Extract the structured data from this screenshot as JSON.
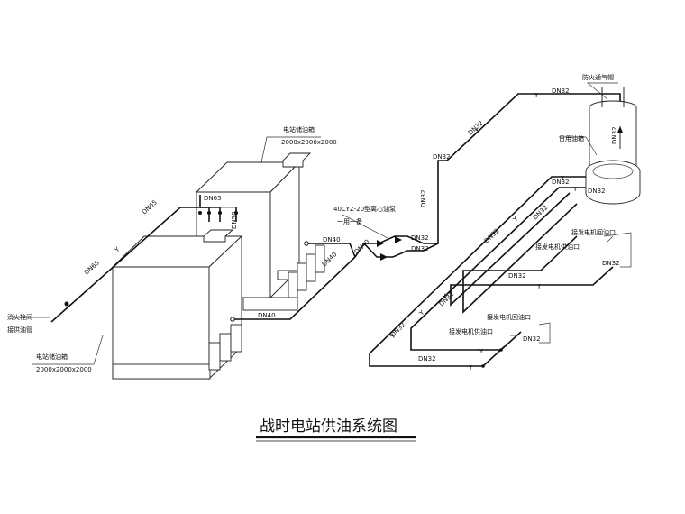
{
  "title": "战时电站供油系统图",
  "labels": {
    "tank_large": "电站储油箱",
    "tank_large_size": "2000x2000x2000",
    "tank_small": "电站储油箱",
    "tank_small_size": "2000x2000x2000",
    "external_1": "消火栓间",
    "external_2": "接供油管",
    "pump_model": "40CYZ-20型离心油泵",
    "pump_note": "一用一备",
    "vent_cap": "防火通气帽",
    "day_tank": "日用油箱",
    "gen1_return": "接发电机回油口",
    "gen1_supply": "接发电机供油口",
    "gen2_return": "接发电机回油口",
    "gen2_supply": "接发电机供油口"
  },
  "pipe_sizes": {
    "dn65_a": "DN65",
    "dn65_b": "DN65",
    "dn65_c": "DN65",
    "dn50": "DN50",
    "dn40_a": "DN40",
    "dn40_b": "DN40",
    "dn40_c": "DN40",
    "dn40_d": "DN40",
    "dn32_a": "DN32",
    "dn32_b": "DN32",
    "dn32_c": "DN32",
    "dn32_d": "DN32",
    "dn32_e": "DN32",
    "dn32_f": "DN32",
    "dn32_g": "DN32",
    "dn32_h": "DN32",
    "dn32_i": "DN32",
    "dn32_j": "DN32",
    "dn32_k": "DN32",
    "dn32_l": "DN32",
    "dn32_m": "DN32",
    "dn32_n": "DN32",
    "dn32_o": "DN32",
    "dn32_p": "DN32",
    "dn32_q": "DN32"
  },
  "colors": {
    "line": "#111111",
    "background": "#ffffff"
  }
}
